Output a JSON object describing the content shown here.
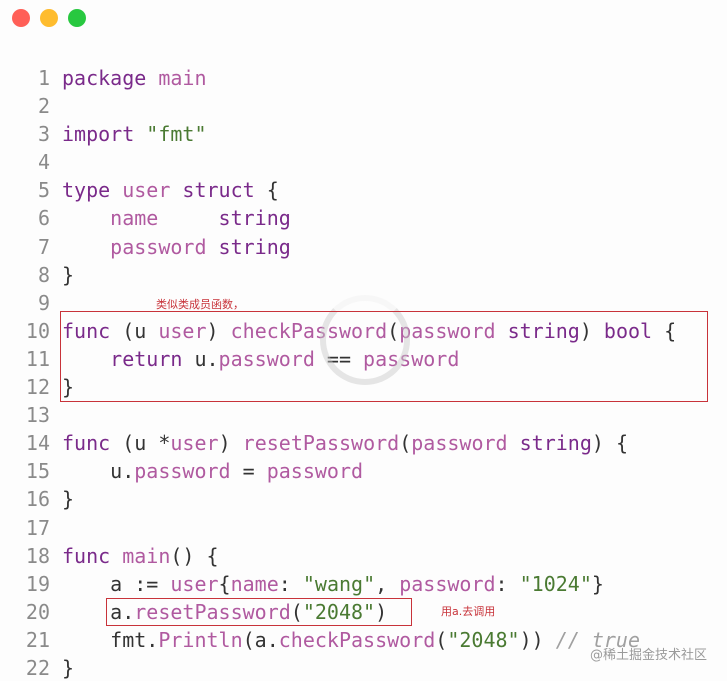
{
  "window": {
    "traffic_lights": {
      "close": "#ff5f57",
      "minimize": "#febc2e",
      "zoom": "#28c840"
    }
  },
  "annotations": {
    "method_note": "类似类成员函数，",
    "call_note": "用a.去调用"
  },
  "watermark": "@稀土掘金技术社区",
  "code": {
    "lines": [
      {
        "n": "1",
        "tokens": [
          {
            "t": "package",
            "c": "kw"
          },
          {
            "t": " main",
            "c": "id"
          }
        ]
      },
      {
        "n": "2",
        "tokens": []
      },
      {
        "n": "3",
        "tokens": [
          {
            "t": "import",
            "c": "kw"
          },
          {
            "t": " ",
            "c": ""
          },
          {
            "t": "\"fmt\"",
            "c": "st"
          }
        ]
      },
      {
        "n": "4",
        "tokens": []
      },
      {
        "n": "5",
        "tokens": [
          {
            "t": "type",
            "c": "kw"
          },
          {
            "t": " user ",
            "c": "id"
          },
          {
            "t": "struct",
            "c": "kw"
          },
          {
            "t": " {",
            "c": ""
          }
        ]
      },
      {
        "n": "6",
        "tokens": [
          {
            "t": "    name     ",
            "c": "id"
          },
          {
            "t": "string",
            "c": "tp"
          }
        ]
      },
      {
        "n": "7",
        "tokens": [
          {
            "t": "    password ",
            "c": "id"
          },
          {
            "t": "string",
            "c": "tp"
          }
        ]
      },
      {
        "n": "8",
        "tokens": [
          {
            "t": "}",
            "c": ""
          }
        ]
      },
      {
        "n": "9",
        "tokens": []
      },
      {
        "n": "10",
        "tokens": [
          {
            "t": "func",
            "c": "kw"
          },
          {
            "t": " (u ",
            "c": ""
          },
          {
            "t": "user",
            "c": "id"
          },
          {
            "t": ") ",
            "c": ""
          },
          {
            "t": "checkPassword",
            "c": "id"
          },
          {
            "t": "(",
            "c": ""
          },
          {
            "t": "password ",
            "c": "id"
          },
          {
            "t": "string",
            "c": "tp"
          },
          {
            "t": ") ",
            "c": ""
          },
          {
            "t": "bool",
            "c": "tp"
          },
          {
            "t": " {",
            "c": ""
          }
        ]
      },
      {
        "n": "11",
        "tokens": [
          {
            "t": "    ",
            "c": ""
          },
          {
            "t": "return",
            "c": "kw"
          },
          {
            "t": " u.",
            "c": ""
          },
          {
            "t": "password",
            "c": "id"
          },
          {
            "t": " == ",
            "c": ""
          },
          {
            "t": "password",
            "c": "id"
          }
        ]
      },
      {
        "n": "12",
        "tokens": [
          {
            "t": "}",
            "c": ""
          }
        ]
      },
      {
        "n": "13",
        "tokens": []
      },
      {
        "n": "14",
        "tokens": [
          {
            "t": "func",
            "c": "kw"
          },
          {
            "t": " (u *",
            "c": ""
          },
          {
            "t": "user",
            "c": "id"
          },
          {
            "t": ") ",
            "c": ""
          },
          {
            "t": "resetPassword",
            "c": "id"
          },
          {
            "t": "(",
            "c": ""
          },
          {
            "t": "password ",
            "c": "id"
          },
          {
            "t": "string",
            "c": "tp"
          },
          {
            "t": ") {",
            "c": ""
          }
        ]
      },
      {
        "n": "15",
        "tokens": [
          {
            "t": "    u.",
            "c": ""
          },
          {
            "t": "password",
            "c": "id"
          },
          {
            "t": " = ",
            "c": ""
          },
          {
            "t": "password",
            "c": "id"
          }
        ]
      },
      {
        "n": "16",
        "tokens": [
          {
            "t": "}",
            "c": ""
          }
        ]
      },
      {
        "n": "17",
        "tokens": []
      },
      {
        "n": "18",
        "tokens": [
          {
            "t": "func",
            "c": "kw"
          },
          {
            "t": " ",
            "c": ""
          },
          {
            "t": "main",
            "c": "id"
          },
          {
            "t": "() {",
            "c": ""
          }
        ]
      },
      {
        "n": "19",
        "tokens": [
          {
            "t": "    a := ",
            "c": ""
          },
          {
            "t": "user",
            "c": "id"
          },
          {
            "t": "{",
            "c": ""
          },
          {
            "t": "name",
            "c": "id"
          },
          {
            "t": ": ",
            "c": ""
          },
          {
            "t": "\"wang\"",
            "c": "st"
          },
          {
            "t": ", ",
            "c": ""
          },
          {
            "t": "password",
            "c": "id"
          },
          {
            "t": ": ",
            "c": ""
          },
          {
            "t": "\"1024\"",
            "c": "st"
          },
          {
            "t": "}",
            "c": ""
          }
        ]
      },
      {
        "n": "20",
        "tokens": [
          {
            "t": "    a.",
            "c": ""
          },
          {
            "t": "resetPassword",
            "c": "id"
          },
          {
            "t": "(",
            "c": ""
          },
          {
            "t": "\"2048\"",
            "c": "st"
          },
          {
            "t": ")",
            "c": ""
          }
        ]
      },
      {
        "n": "21",
        "tokens": [
          {
            "t": "    fmt.",
            "c": ""
          },
          {
            "t": "Println",
            "c": "id"
          },
          {
            "t": "(a.",
            "c": ""
          },
          {
            "t": "checkPassword",
            "c": "id"
          },
          {
            "t": "(",
            "c": ""
          },
          {
            "t": "\"2048\"",
            "c": "st"
          },
          {
            "t": ")) ",
            "c": ""
          },
          {
            "t": "// true",
            "c": "cm"
          }
        ]
      },
      {
        "n": "22",
        "tokens": [
          {
            "t": "}",
            "c": ""
          }
        ]
      }
    ]
  }
}
